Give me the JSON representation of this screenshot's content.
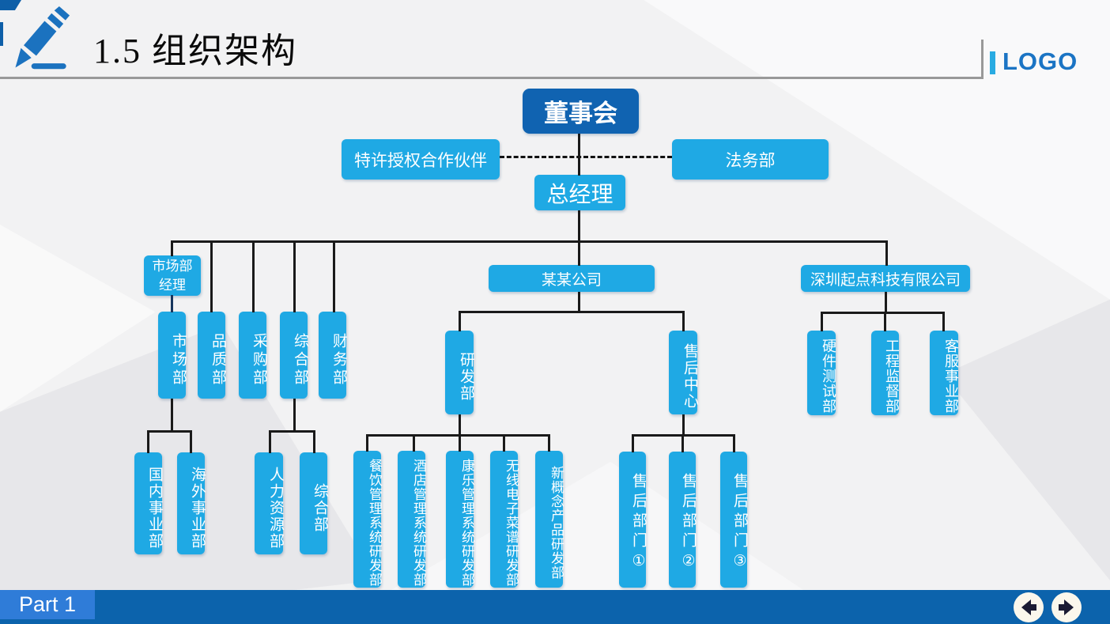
{
  "header": {
    "title": "1.5 组织架构",
    "logo": "LOGO"
  },
  "org": {
    "board": "董事会",
    "partner": "特许授权合作伙伴",
    "legal": "法务部",
    "gm": "总经理",
    "branch_left": {
      "manager_lines": [
        "市场部",
        "经理"
      ],
      "depts": [
        "市场部",
        "品质部",
        "采购部",
        "综合部",
        "财务部"
      ],
      "market_subs": [
        "国内事业部",
        "海外事业部"
      ],
      "general_subs": [
        "人力资源部",
        "综合部"
      ]
    },
    "branch_mid": {
      "company": "某某公司",
      "rd": "研发部",
      "service": "售后中心",
      "rd_subs": [
        "餐饮管理系统研发部",
        "酒店管理系统研发部",
        "康乐管理系统研发部",
        "无线电子菜谱研发部",
        "新概念产品研发部"
      ],
      "service_subs": [
        "售后部门①",
        "售后部门②",
        "售后部门③"
      ]
    },
    "branch_right": {
      "company": "深圳起点科技有限公司",
      "subs": [
        "硬件测试部",
        "工程监督部",
        "客服事业部"
      ]
    }
  },
  "footer": {
    "part": "Part 1"
  },
  "colors": {
    "box_light_blue": "#1fa9e4",
    "box_dark_blue": "#1063b1",
    "footer_bar": "#0c63ac",
    "part_badge": "#2f7cd8",
    "logo_blue": "#1b74c4",
    "accent_cyan": "#29abe2",
    "connector": "#1a1a1a"
  }
}
